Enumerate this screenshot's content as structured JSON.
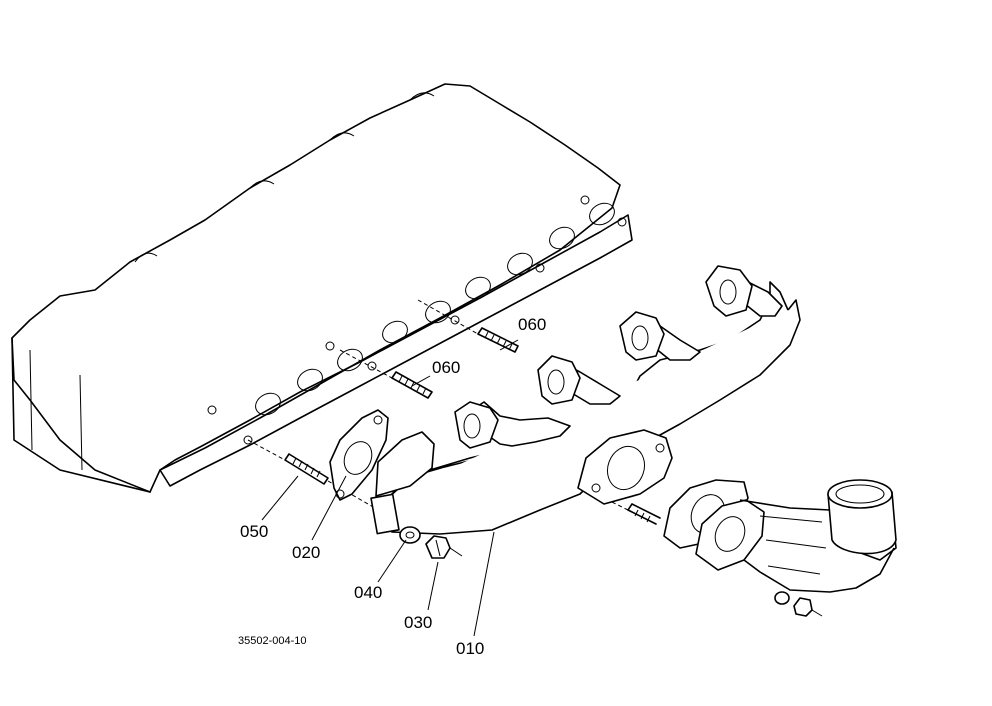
{
  "diagram": {
    "drawing_number": "35502-004-10",
    "callouts": {
      "c010": "010",
      "c020": "020",
      "c030": "030",
      "c040": "040",
      "c050": "050",
      "c060a": "060",
      "c060b": "060"
    },
    "colors": {
      "ink": "#000000",
      "paper": "#ffffff"
    }
  }
}
